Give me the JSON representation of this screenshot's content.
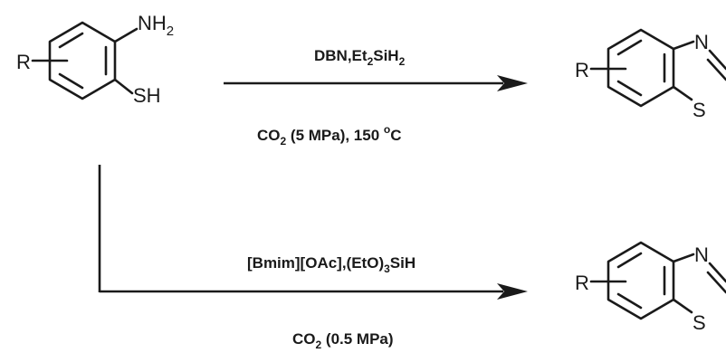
{
  "reactant": {
    "substituent": "R",
    "group_top": "NH",
    "group_top_sub": "2",
    "group_bottom": "SH"
  },
  "route_top": {
    "reagent": {
      "p1": "DBN,Et",
      "s1": "2",
      "p2": "SiH",
      "s2": "2"
    },
    "conditions": {
      "p1": "CO",
      "s1": "2",
      "p2": " (5 MPa), 150 ",
      "sup": "o",
      "p3": "C"
    }
  },
  "route_bottom": {
    "reagent": {
      "p1": "[Bmim][OAc],(EtO)",
      "s1": "3",
      "p2": "SiH"
    },
    "conditions": {
      "p1": "CO",
      "s1": "2",
      "p2": " (0.5 MPa)"
    }
  },
  "product_top": {
    "substituent": "R",
    "n_label": "N",
    "s_label": "S"
  },
  "product_bottom": {
    "substituent": "R",
    "n_label": "N",
    "s_label": "S"
  }
}
